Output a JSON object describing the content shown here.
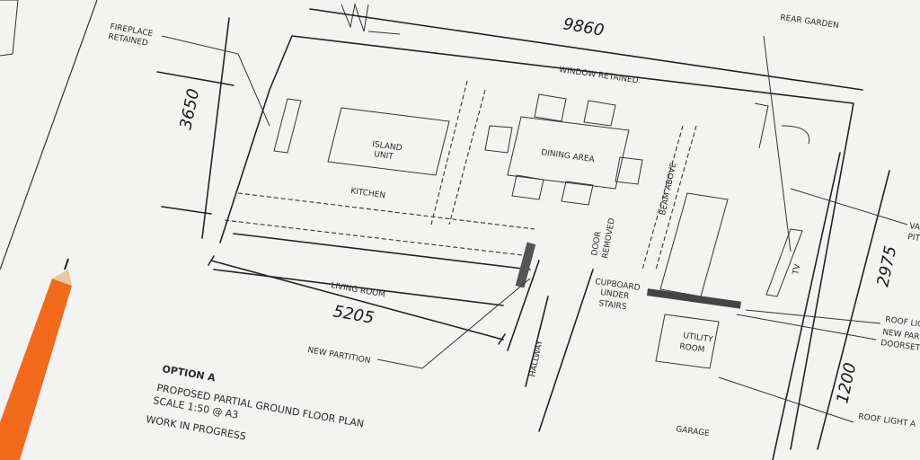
{
  "labels": {
    "fireplace": [
      "FIREPLACE",
      "RETAINED"
    ],
    "rear_garden": "REAR GARDEN",
    "window_retained": "WINDOW RETAINED",
    "island_unit": [
      "ISLAND",
      "UNIT"
    ],
    "dining_area": "DINING AREA",
    "kitchen": "KITCHEN",
    "door_removed": [
      "DOOR",
      "REMOVED"
    ],
    "beam_above": "BEAM ABOVE",
    "tv": "TV",
    "living_room": "LIVING ROOM",
    "cupboard": [
      "CUPBOARD",
      "UNDER",
      "STAIRS"
    ],
    "utility_room": [
      "UTILITY",
      "ROOM"
    ],
    "hallway": "HALLWAY",
    "new_partition": "NEW PARTITION",
    "garage": "GARAGE",
    "right_va": [
      "VA",
      "PIT"
    ],
    "roof_light_1": "ROOF LIG",
    "new_partition_doorset": [
      "NEW PAR",
      "DOORSET"
    ],
    "roof_light_2": "ROOF LIGHT A"
  },
  "dimensions": {
    "top": "9860",
    "left": "3650",
    "bottom": "5205",
    "right_upper": "2975",
    "right_lower": "1200"
  },
  "notes": {
    "option": "OPTION A",
    "title": "PROPOSED PARTIAL GROUND FLOOR PLAN",
    "scale": "SCALE 1:50 @ A3",
    "status": "WORK IN PROGRESS"
  },
  "colors": {
    "paper": "#f3f3f1",
    "ink": "#222222",
    "pencil_body": "#f26a1b"
  }
}
